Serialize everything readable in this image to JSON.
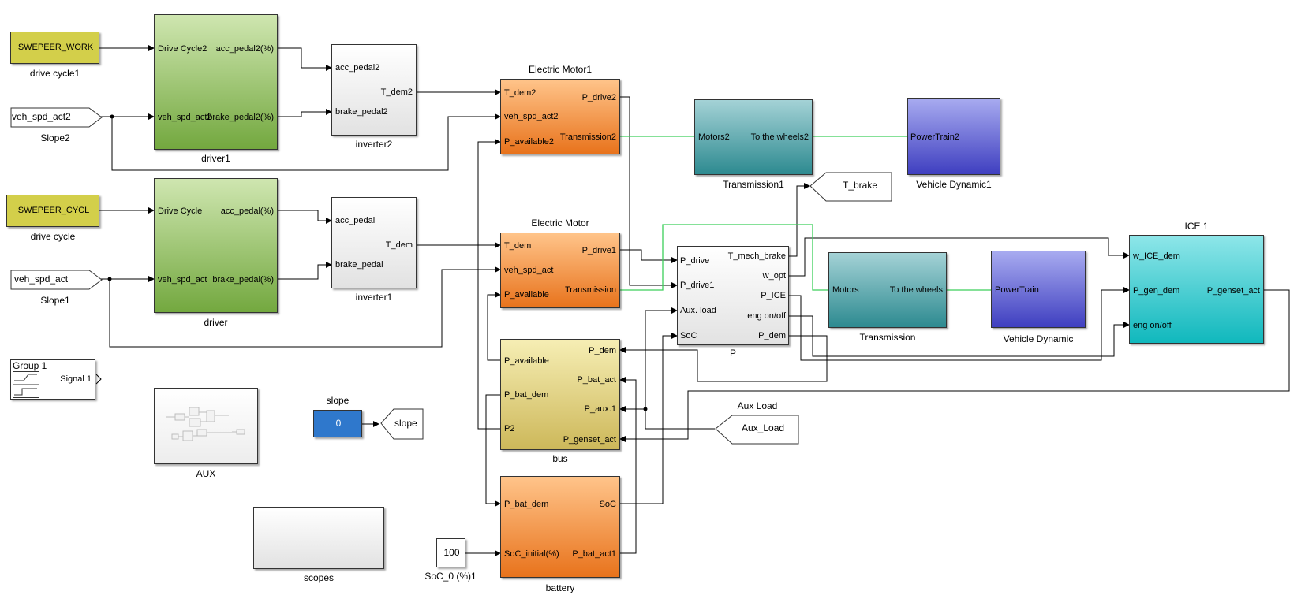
{
  "blocks": {
    "swepeer_work": {
      "text": "SWEPEER_WORK",
      "caption": "drive cycle1"
    },
    "swepeer_cycl": {
      "text": "SWEPEER_CYCL",
      "caption": "drive cycle"
    },
    "slope2": {
      "text": "veh_spd_act2",
      "caption": "Slope2"
    },
    "slope1": {
      "text": "veh_spd_act",
      "caption": "Slope1"
    },
    "driver1": {
      "caption": "driver1",
      "in1": "Drive Cycle2",
      "in2": "veh_spd_act2",
      "out1": "acc_pedal2(%)",
      "out2": "brake_pedal2(%)"
    },
    "driver": {
      "caption": "driver",
      "in1": "Drive Cycle",
      "in2": "veh_spd_act",
      "out1": "acc_pedal(%)",
      "out2": "brake_pedal(%)"
    },
    "inverter2": {
      "caption": "inverter2",
      "in1": "acc_pedal2",
      "in2": "brake_pedal2",
      "out1": "T_dem2"
    },
    "inverter1": {
      "caption": "inverter1",
      "in1": "acc_pedal",
      "in2": "brake_pedal",
      "out1": "T_dem"
    },
    "motor1": {
      "title": "Electric Motor1",
      "in1": "T_dem2",
      "in2": "veh_spd_act2",
      "in3": "P_available2",
      "out1": "P_drive2",
      "out2": "Transmission2"
    },
    "motor": {
      "title": "Electric Motor",
      "in1": "T_dem",
      "in2": "veh_spd_act",
      "in3": "P_available",
      "out1": "P_drive1",
      "out2": "Transmission"
    },
    "transmission1": {
      "caption": "Transmission1",
      "in1": "Motors2",
      "out1": "To the wheels2"
    },
    "vehicle_dynamic1": {
      "caption": "Vehicle Dynamic1",
      "in1": "PowerTrain2"
    },
    "t_brake": {
      "text": "T_brake"
    },
    "p_block": {
      "caption": "P",
      "in1": "P_drive",
      "in2": "P_drive1",
      "in3": "Aux. load",
      "in4": "SoC",
      "out1": "T_mech_brake",
      "out2": "w_opt",
      "out3": "P_ICE",
      "out4": "eng on/off",
      "out5": "P_dem"
    },
    "transmission": {
      "caption": "Transmission",
      "in1": "Motors",
      "out1": "To the wheels"
    },
    "vehicle_dynamic": {
      "caption": "Vehicle Dynamic",
      "in1": "PowerTrain"
    },
    "ice1": {
      "title": "ICE 1",
      "in1": "w_ICE_dem",
      "in2": "P_gen_dem",
      "in3": "eng on/off",
      "out1": "P_genset_act"
    },
    "group1": {
      "title": "Group 1",
      "out1": "Signal 1"
    },
    "bus": {
      "caption": "bus",
      "in1": "P_available",
      "in2": "P_bat_dem",
      "in3": "P2",
      "out1": "P_dem",
      "out2": "P_bat_act",
      "out3": "P_aux.1",
      "out4": "P_genset_act"
    },
    "aux": {
      "caption": "AUX"
    },
    "slope_const": {
      "title": "slope",
      "value": "0"
    },
    "slope_tag": {
      "text": "slope"
    },
    "aux_load": {
      "title": "Aux Load",
      "text": "Aux_Load"
    },
    "scopes": {
      "caption": "scopes"
    },
    "soc0": {
      "value": "100",
      "caption": "SoC_0 (%)1"
    },
    "battery": {
      "caption": "battery",
      "in1": "P_bat_dem",
      "in2": "SoC_initial(%)",
      "out1": "SoC",
      "out2": "P_bat_act1"
    }
  },
  "colors": {
    "signal_line": "#000000",
    "physical_line": "#3ccf5a",
    "constant_block": "#d3cf4a",
    "driver_block": "#73a83f",
    "motor_block": "#e8731c",
    "transmission_block": "#2d8a90",
    "vehicle_block": "#3f3fc0",
    "ice_block": "#10b8bd",
    "bus_block": "#cdb85a",
    "slope_block": "#2f78cc"
  }
}
